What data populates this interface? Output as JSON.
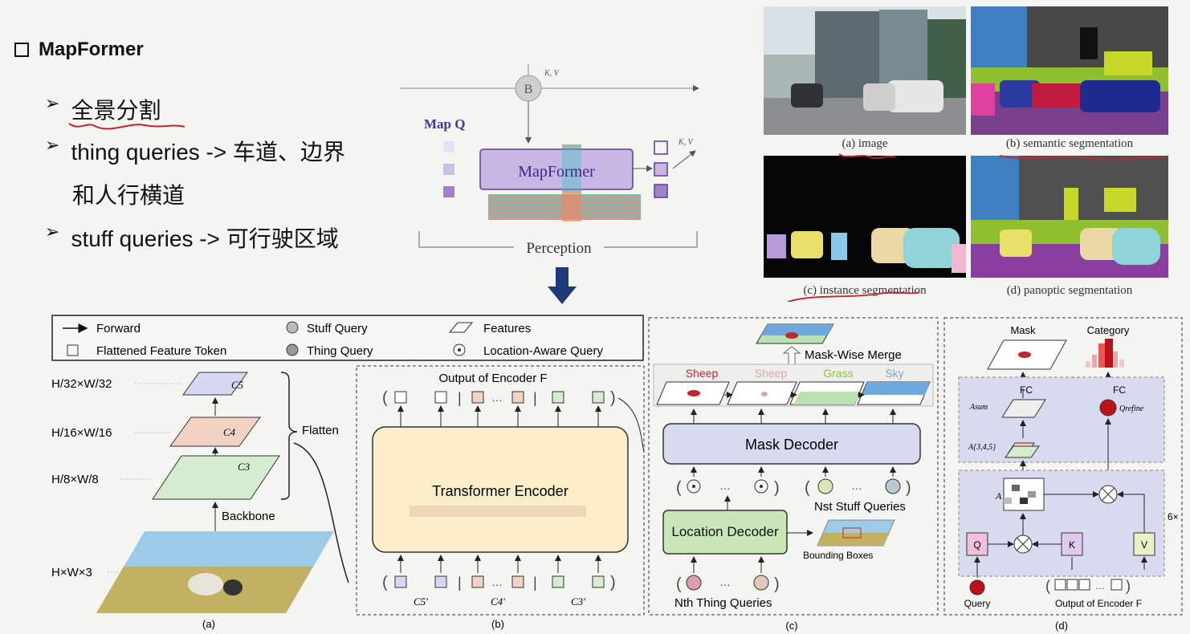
{
  "slide": {
    "title": "MapFormer",
    "bullets": [
      {
        "text": "全景分割"
      },
      {
        "text": "thing queries -> 车道、边界"
      },
      {
        "text": "和人行横道"
      },
      {
        "text": "stuff queries -> 可行驶区域"
      }
    ]
  },
  "top_diagram": {
    "node_b": "B",
    "kv_top": "K, V",
    "map_q": "Map Q",
    "mapformer": "MapFormer",
    "kv_right": "K, V",
    "perception": "Perception"
  },
  "seg_panels": {
    "a": "(a) image",
    "b": "(b) semantic segmentation",
    "c": "(c) instance segmentation",
    "d": "(d) panoptic segmentation"
  },
  "legend": {
    "forward": "Forward",
    "token": "Flattened Feature Token",
    "stuff_query": "Stuff Query",
    "thing_query": "Thing Query",
    "features": "Features",
    "location_query": "Location-Aware Query"
  },
  "panel_a": {
    "res_32": "H/32×W/32",
    "res_16": "H/16×W/16",
    "res_8": "H/8×W/8",
    "res_full": "H×W×3",
    "c5": "C5",
    "c4": "C4",
    "c3": "C3",
    "backbone": "Backbone",
    "flatten": "Flatten",
    "caption": "(a)"
  },
  "panel_b": {
    "output_label": "Output of Encoder F",
    "encoder": "Transformer Encoder",
    "c5p": "C5'",
    "c4p": "C4'",
    "c3p": "C3'",
    "caption": "(b)"
  },
  "panel_c": {
    "merge": "Mask-Wise Merge",
    "classes": [
      "Sheep",
      "Sheep",
      "Grass",
      "Sky"
    ],
    "class_colors": [
      "#c0272d",
      "#d9a9a9",
      "#8cc63f",
      "#7aa6d6"
    ],
    "mask_decoder": "Mask Decoder",
    "stuff_queries": "Nst Stuff Queries",
    "location_decoder": "Location Decoder",
    "bboxes": "Bounding Boxes",
    "thing_queries": "Nth Thing Queries",
    "caption": "(c)"
  },
  "panel_d": {
    "mask": "Mask",
    "category": "Category",
    "fc_left": "FC",
    "fc_right": "FC",
    "a_sum": "Asum",
    "a_345": "A{3,4,5}",
    "q_refine": "Qrefine",
    "a": "A",
    "q": "Q",
    "k": "K",
    "v": "V",
    "repeat": "6×",
    "query": "Query",
    "output_encoder": "Output of Encoder F",
    "caption": "(d)"
  }
}
